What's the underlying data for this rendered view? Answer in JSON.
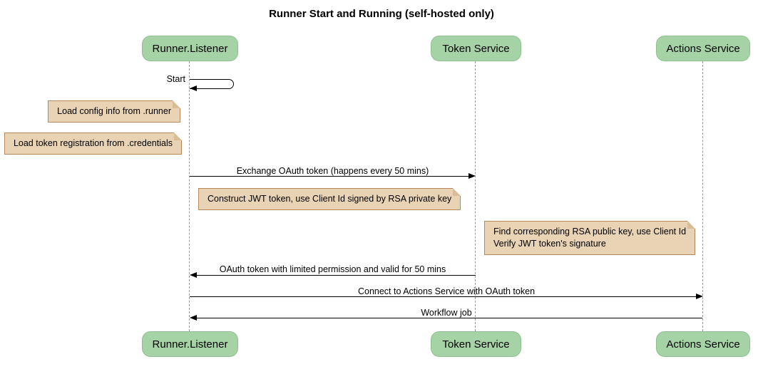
{
  "title": "Runner Start and Running (self-hosted only)",
  "diagram_type": "sequence-diagram",
  "colors": {
    "background": "#ffffff",
    "actor_fill": "#a5d3a6",
    "actor_border": "#8ebf90",
    "note_fill": "#e9d3b5",
    "note_border": "#b5895c",
    "note_fold": "#d9bd96",
    "lifeline": "#999999",
    "message_line": "#000000"
  },
  "actors": [
    {
      "name": "Runner.Listener"
    },
    {
      "name": "Token Service"
    },
    {
      "name": "Actions Service"
    }
  ],
  "messages": [
    {
      "from": "Runner.Listener",
      "to": "Runner.Listener",
      "type": "self",
      "label": "Start"
    },
    {
      "from": "Runner.Listener",
      "to": "Token Service",
      "type": "solid-arrow",
      "label": "Exchange OAuth token (happens every 50 mins)"
    },
    {
      "from": "Token Service",
      "to": "Runner.Listener",
      "type": "solid-arrow",
      "label": "OAuth token with limited permission and valid for 50 mins"
    },
    {
      "from": "Runner.Listener",
      "to": "Actions Service",
      "type": "solid-arrow",
      "label": "Connect to Actions Service with OAuth token"
    },
    {
      "from": "Actions Service",
      "to": "Runner.Listener",
      "type": "solid-arrow",
      "label": "Workflow job"
    }
  ],
  "notes": [
    {
      "position": "left of Runner.Listener",
      "text": "Load config info from .runner"
    },
    {
      "position": "left of Runner.Listener",
      "text": "Load token registration from .credentials"
    },
    {
      "position": "right of Runner.Listener",
      "text": "Construct JWT token, use Client Id signed by RSA private key"
    },
    {
      "position": "left of Actions Service",
      "lines": [
        "Find corresponding RSA public key, use Client Id",
        "Verify JWT token's signature"
      ]
    }
  ]
}
